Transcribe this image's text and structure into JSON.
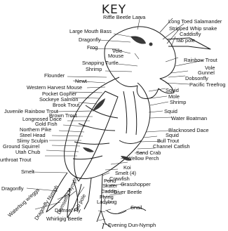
{
  "title": "KEY",
  "labels": [
    "Riffle Beetle Larva",
    "Long Toed Salamander",
    "Stripped Whip snake",
    "Caddisfly",
    "Large Mouth Bass",
    "Tab pole",
    "Dragonfly",
    "Frog",
    "Vole",
    "Mouse",
    "Rainbow Trout",
    "Snapping Turtle",
    "Shrimp",
    "Vole",
    "Gunnel",
    "Dobsonfly",
    "Flounder",
    "Newt",
    "Pacific Treefrog",
    "Western Harvest Mouse",
    "Pocket Gopher",
    "Sockeye Salmon",
    "Squid",
    "Mole",
    "Shrimp",
    "Brook Trout",
    "Juvenile Rainbow Trout",
    "Brown Trout",
    "Squid",
    "Longnosed Dace",
    "Gold Fish",
    "Water Boatman",
    "Northern Pike",
    "Steel Head",
    "Slimy Sculpin",
    "Blacknosed Dace",
    "Ground Squirrel",
    "Squid",
    "Bull Trout",
    "Utah Chub",
    "Channel Catfish",
    "urthroat Trout",
    "Sand Crab",
    "Yellow Perch",
    "Koi",
    "Smelt",
    "Smelt (4)",
    "Crawfish",
    "Dragonfly",
    "Pond",
    "Skater",
    "Grasshopper",
    "Caddis",
    "Diver Beetle",
    "Flying",
    "Ladybug",
    "Waterbug w/eggs",
    "Dragonfly Nymph",
    "Damselfly Nymph",
    "Tab pole",
    "Snail",
    "Damsel Fly",
    "Whirligig Beetle",
    "Evening Dun-Nymph"
  ]
}
